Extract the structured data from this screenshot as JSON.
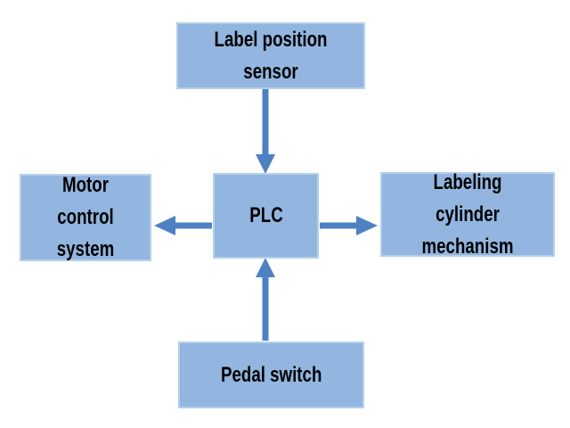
{
  "diagram": {
    "type": "block-diagram",
    "nodes": {
      "sensor": {
        "label": "Label position sensor"
      },
      "motor": {
        "label": "Motor control system"
      },
      "plc": {
        "label": "PLC"
      },
      "cylinder": {
        "label": "Labeling cylinder mechanism"
      },
      "pedal": {
        "label": "Pedal switch"
      }
    },
    "edges": [
      {
        "from": "Label position sensor",
        "to": "PLC",
        "direction": "down"
      },
      {
        "from": "PLC",
        "to": "Motor control system",
        "direction": "left"
      },
      {
        "from": "PLC",
        "to": "Labeling cylinder mechanism",
        "direction": "right"
      },
      {
        "from": "Pedal switch",
        "to": "PLC",
        "direction": "up"
      }
    ],
    "colors": {
      "background": "#ffffff",
      "box_fill": "#92b6df",
      "box_border": "#b5cfeb",
      "arrow": "#4e81c1",
      "text": "#000000"
    }
  }
}
